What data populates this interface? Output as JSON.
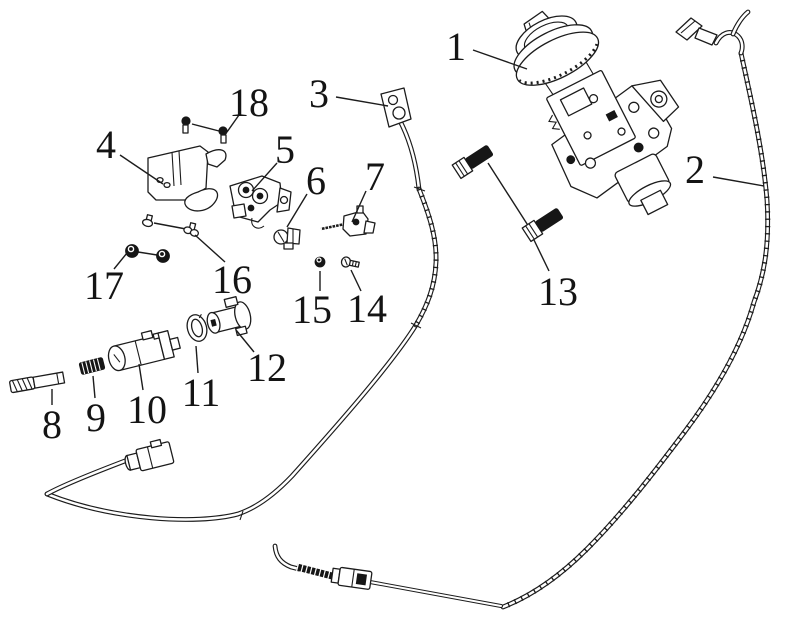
{
  "figure": {
    "type": "exploded-parts-diagram",
    "background_color": "#ffffff",
    "line_color": "#1c1c1c",
    "label_color": "#141414",
    "callouts": [
      {
        "number": "1"
      },
      {
        "number": "2"
      },
      {
        "number": "3"
      },
      {
        "number": "4"
      },
      {
        "number": "5"
      },
      {
        "number": "6"
      },
      {
        "number": "7"
      },
      {
        "number": "8"
      },
      {
        "number": "9"
      },
      {
        "number": "10"
      },
      {
        "number": "11"
      },
      {
        "number": "12"
      },
      {
        "number": "13"
      },
      {
        "number": "14"
      },
      {
        "number": "15"
      },
      {
        "number": "16"
      },
      {
        "number": "17"
      },
      {
        "number": "18"
      }
    ]
  }
}
